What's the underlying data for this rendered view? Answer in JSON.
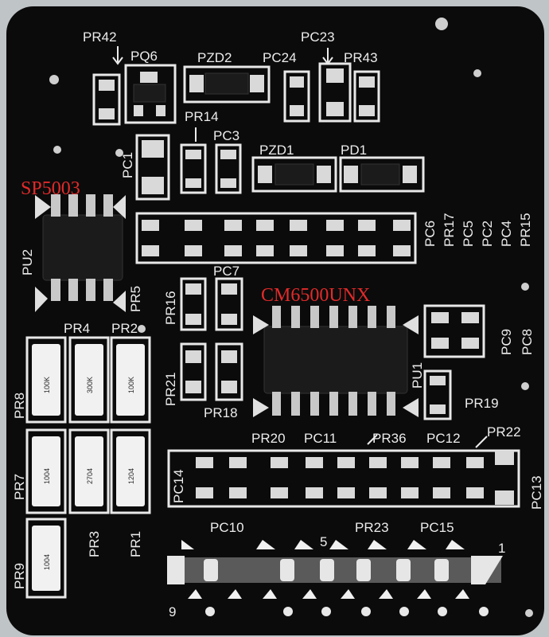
{
  "chips": {
    "pwm_controller": "SP5003",
    "pfc_controller": "CM6500UNX"
  },
  "designators": {
    "PR42": "PR42",
    "PQ6": "PQ6",
    "PZD2": "PZD2",
    "PC24": "PC24",
    "PC23": "PC23",
    "PR43": "PR43",
    "PR14": "PR14",
    "PC3": "PC3",
    "PC1": "PC1",
    "PZD1": "PZD1",
    "PD1": "PD1",
    "PU2": "PU2",
    "PR5": "PR5",
    "PR16": "PR16",
    "PC7": "PC7",
    "PR21": "PR21",
    "PR18": "PR18",
    "PC6": "PC6",
    "PR17": "PR17",
    "PC5": "PC5",
    "PC2": "PC2",
    "PC4": "PC4",
    "PR15": "PR15",
    "PC9": "PC9",
    "PC8": "PC8",
    "PU1": "PU1",
    "PR19": "PR19",
    "PR4": "PR4",
    "PR2": "PR2",
    "PR8": "PR8",
    "PR7": "PR7",
    "PR3": "PR3",
    "PR1": "PR1",
    "PR9": "PR9",
    "PR20": "PR20",
    "PC11": "PC11",
    "PR36": "PR36",
    "PC12": "PC12",
    "PR22": "PR22",
    "PC13": "PC13",
    "PC14": "PC14",
    "PC10": "PC10",
    "PR23": "PR23",
    "PC15": "PC15"
  },
  "pin_numbers": {
    "pin1": "1",
    "pin5": "5",
    "pin9": "9"
  },
  "resistor_codes": {
    "PR8": "100K",
    "PR4": "300K",
    "PR2": "100K",
    "PR7": "1004",
    "PR3": "2704",
    "PR1": "1204",
    "PR9": "1004"
  },
  "colors": {
    "board": "#0b0b0b",
    "silkscreen": "#ececec",
    "chip_label": "#e22a2a",
    "pad": "#d9d9d9",
    "cap_body": "#c9a37a"
  }
}
